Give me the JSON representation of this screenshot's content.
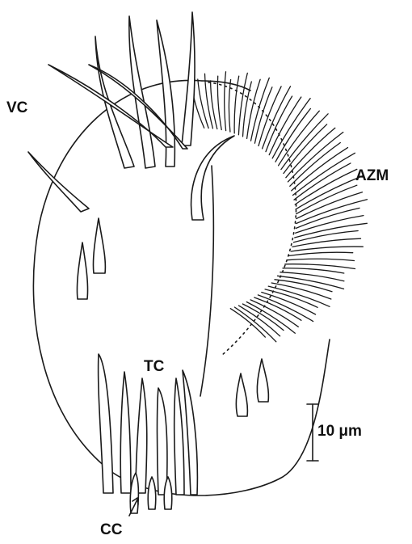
{
  "labels": {
    "vc": "VC",
    "azm": "AZM",
    "tc": "TC",
    "cc": "CC",
    "scale": "10 μm"
  }
}
